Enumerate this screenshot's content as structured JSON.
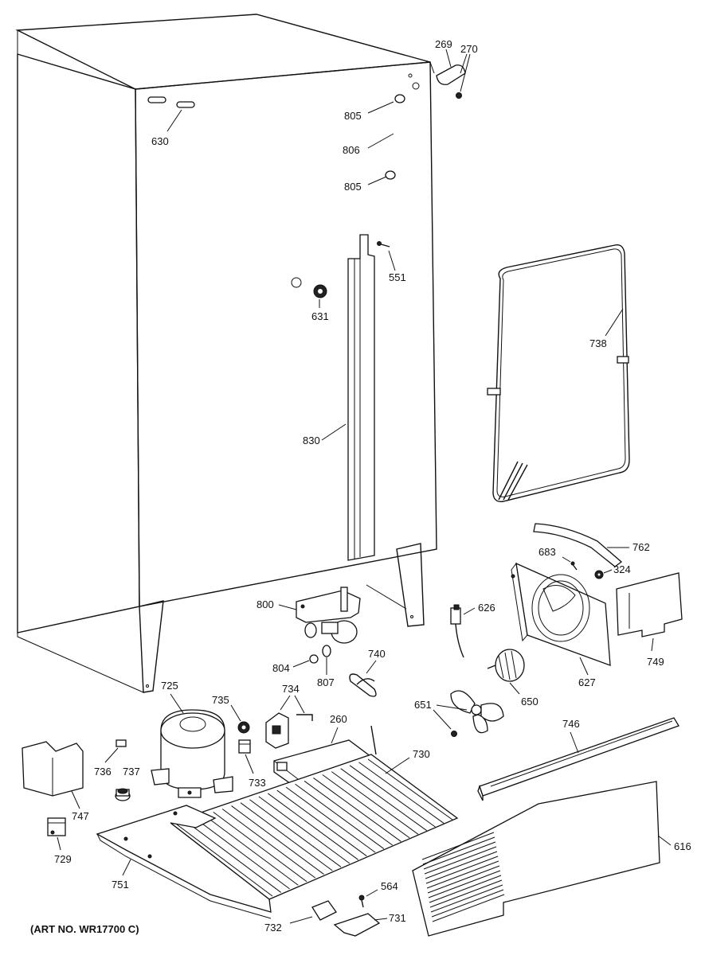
{
  "diagram": {
    "art_number": "(ART NO. WR17700 C)",
    "part_labels": {
      "p269": "269",
      "p270": "270",
      "p805a": "805",
      "p806": "806",
      "p805b": "805",
      "p630": "630",
      "p551": "551",
      "p631": "631",
      "p738": "738",
      "p830": "830",
      "p762": "762",
      "p683": "683",
      "p324": "324",
      "p800": "800",
      "p626": "626",
      "p749": "749",
      "p627": "627",
      "p804": "804",
      "p807": "807",
      "p740": "740",
      "p650": "650",
      "p725": "725",
      "p735": "735",
      "p734": "734",
      "p651": "651",
      "p260": "260",
      "p746": "746",
      "p730": "730",
      "p736": "736",
      "p737": "737",
      "p733": "733",
      "p747": "747",
      "p616": "616",
      "p729": "729",
      "p751": "751",
      "p564": "564",
      "p732": "732",
      "p731": "731"
    }
  }
}
